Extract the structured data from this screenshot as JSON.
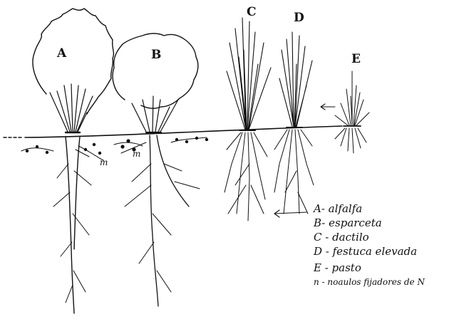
{
  "plants": [
    {
      "id": "A",
      "label": "A"
    },
    {
      "id": "B",
      "label": "B"
    },
    {
      "id": "C",
      "label": "C"
    },
    {
      "id": "D",
      "label": "D"
    },
    {
      "id": "E",
      "label": "E"
    }
  ],
  "legend": [
    {
      "key": "A",
      "text": "A- alfalfa"
    },
    {
      "key": "B",
      "text": "B- esparceta"
    },
    {
      "key": "C",
      "text": "C - dactilo"
    },
    {
      "key": "D",
      "text": "D - festuca elevada"
    },
    {
      "key": "E",
      "text": "E - pasto"
    },
    {
      "key": "n",
      "text": "n - noaulos fijadores de N"
    }
  ],
  "nodule_marker": "m"
}
